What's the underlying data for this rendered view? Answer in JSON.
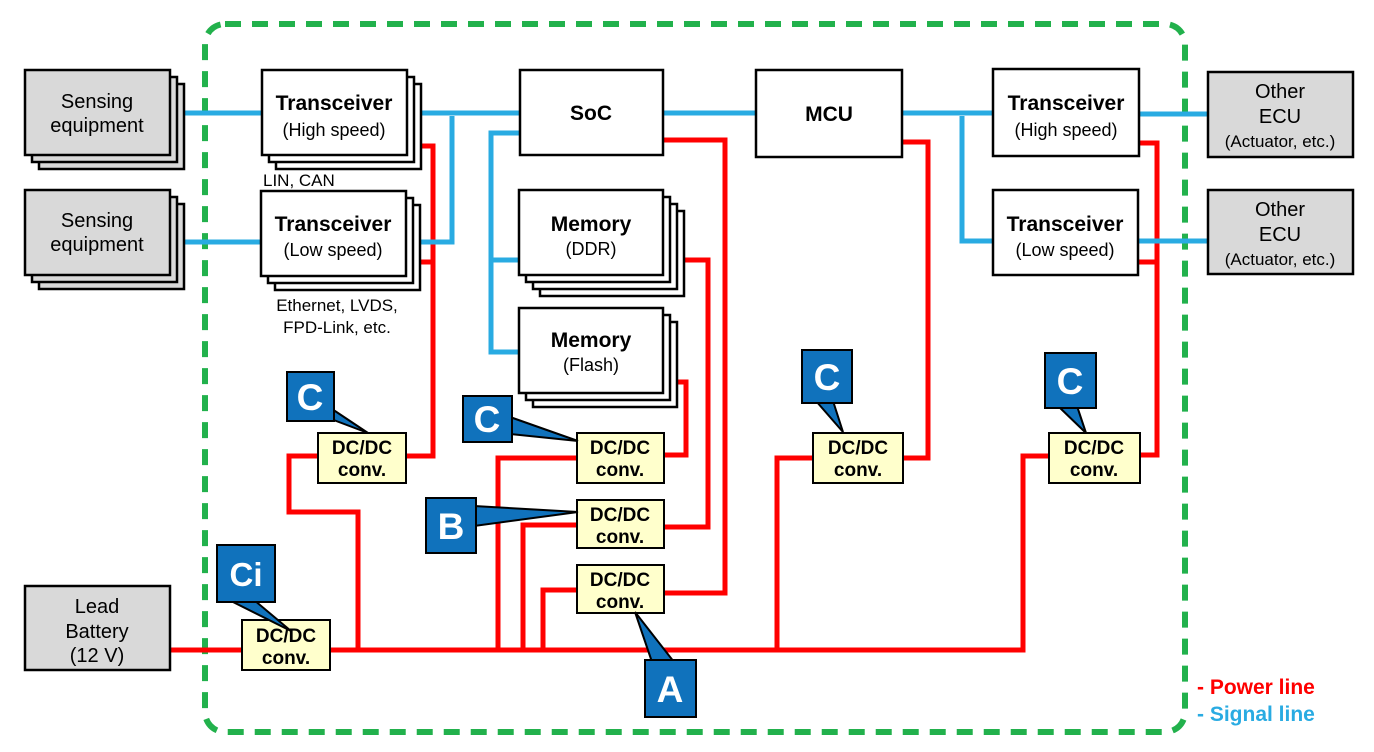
{
  "colors": {
    "power_line": "#FF0000",
    "signal_line": "#29ABE2",
    "ecu_boundary": "#22B14C",
    "callout_fill": "#1072BC",
    "dcdc_fill": "#FFFFCC",
    "external_box_fill": "#D9D9D9"
  },
  "boxes": {
    "sensing": {
      "line1": "Sensing",
      "line2": "equipment"
    },
    "battery": {
      "line1": "Lead",
      "line2": "Battery",
      "line3": "(12 V)"
    },
    "transceiver_high": {
      "title": "Transceiver",
      "subtitle": "(High speed)"
    },
    "transceiver_low": {
      "title": "Transceiver",
      "subtitle": "(Low speed)"
    },
    "soc": {
      "title": "SoC"
    },
    "mcu": {
      "title": "MCU"
    },
    "memory_ddr": {
      "title": "Memory",
      "subtitle": "(DDR)"
    },
    "memory_flash": {
      "title": "Memory",
      "subtitle": "(Flash)"
    },
    "other_ecu": {
      "line1": "Other",
      "line2": "ECU",
      "line3": "(Actuator, etc.)"
    },
    "dcdc": {
      "line1": "DC/DC",
      "line2": "conv."
    }
  },
  "annotations": {
    "lin_can": "LIN, CAN",
    "ethernet_line1": "Ethernet, LVDS,",
    "ethernet_line2": "FPD-Link, etc."
  },
  "callouts": {
    "a": "A",
    "b": "B",
    "c": "C",
    "ci": "Ci"
  },
  "legend": {
    "power": "- Power line",
    "signal": "- Signal line"
  }
}
